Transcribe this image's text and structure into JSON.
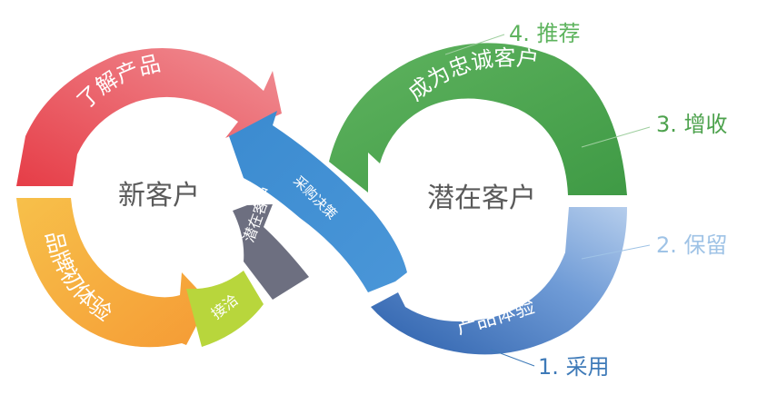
{
  "left_loop": {
    "center": "新客户",
    "top_segment": "了解产品",
    "left_segment": "品牌初体验",
    "bottom_segment": "接洽",
    "inner_segment": "潜在客户"
  },
  "bridge": {
    "label": "采购决策"
  },
  "right_loop": {
    "center": "潜在客户",
    "top_segment": "成为忠诚客户",
    "bottom_segment": "产品体验"
  },
  "callouts": [
    {
      "text": "1. 采用",
      "color": "#3e7ab8"
    },
    {
      "text": "2. 保留",
      "color": "#9fc3e6"
    },
    {
      "text": "3. 增收",
      "color": "#4da24d"
    },
    {
      "text": "4. 推荐",
      "color": "#5db35d"
    }
  ],
  "colors": {
    "red": "#e84b4e",
    "pink": "#f39096",
    "orange": "#f6ac3c",
    "yellow": "#f7c34b",
    "lime": "#b5d63a",
    "slate": "#6c6e80",
    "blue_bridge": "#3f8fd2",
    "green": "#4fa44f",
    "blue_dark": "#2f64ae",
    "blue_light": "#a7c4e8"
  }
}
